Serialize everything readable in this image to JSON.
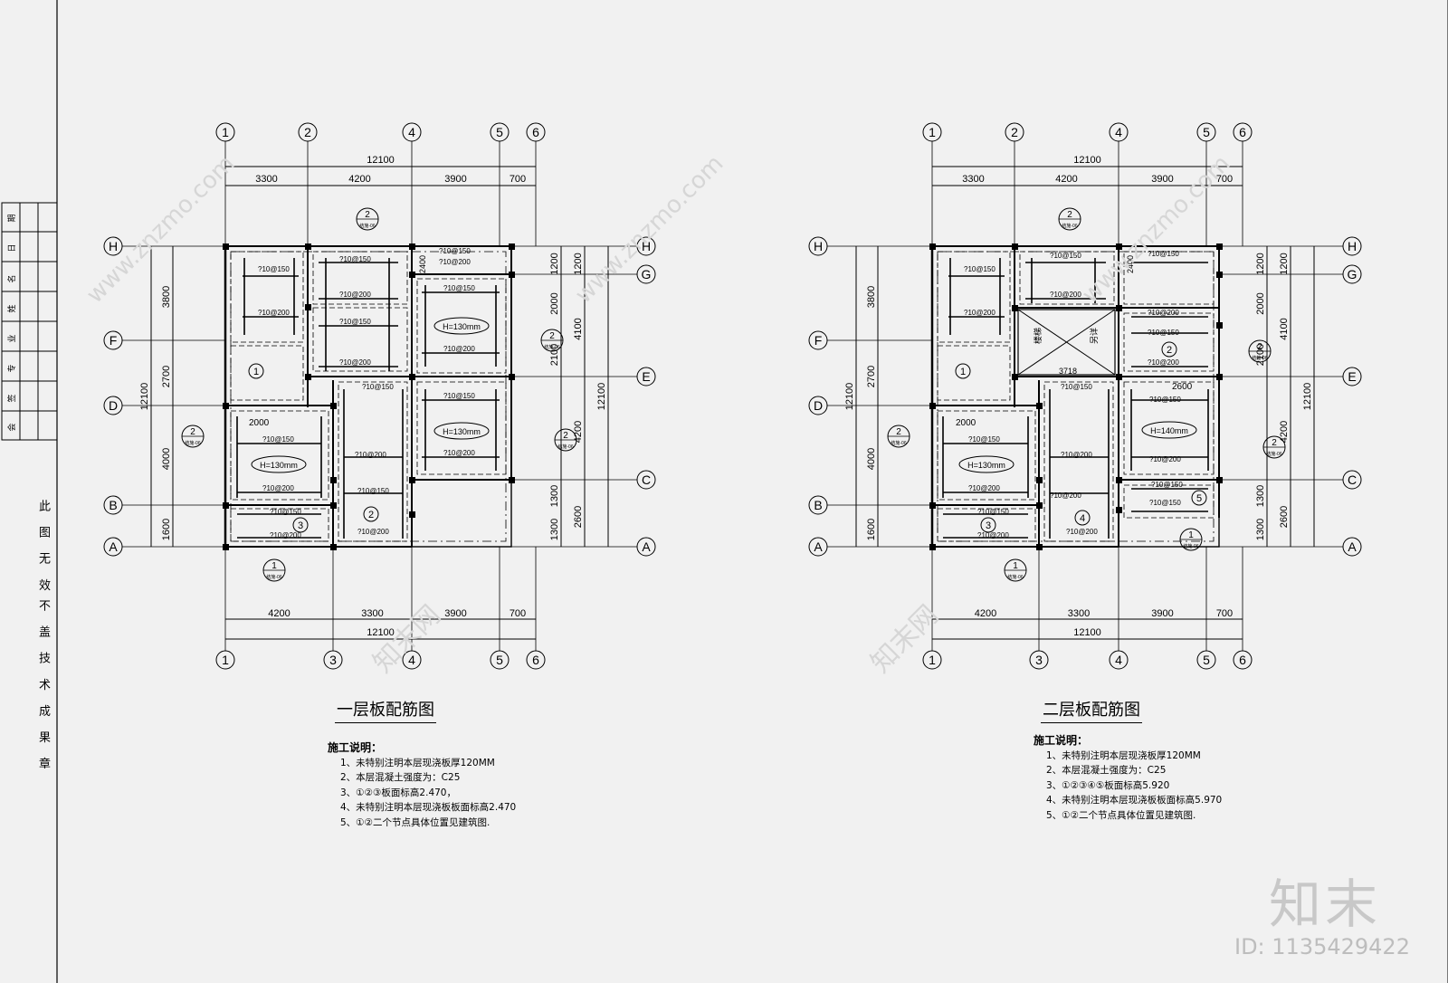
{
  "titleblock": {
    "rows": [
      "期",
      "日",
      "名",
      "姓",
      "业",
      "专",
      "签",
      "会"
    ]
  },
  "stamp": {
    "line1": "此 图 无 效",
    "line2": "不 盖 技 术 成 果 章"
  },
  "watermark": {
    "brand": "知末",
    "id": "ID: 1135429422",
    "site": "www.znzmo.com",
    "cn": "知末网"
  },
  "axes": {
    "cols": [
      "1",
      "2",
      "4",
      "5",
      "6"
    ],
    "cols_bottom": [
      "1",
      "3",
      "4",
      "5",
      "6"
    ],
    "rows": [
      "H",
      "G",
      "F",
      "E",
      "D",
      "C",
      "B",
      "A"
    ]
  },
  "dims": {
    "top_total": "12100",
    "top": [
      "3300",
      "4200",
      "3900",
      "700"
    ],
    "bot_total": "12100",
    "bot": [
      "4200",
      "3300",
      "3900",
      "700"
    ],
    "left_outer": "12100",
    "left": [
      "3800",
      "2700",
      "4000",
      "1600"
    ],
    "right_outer": "12100",
    "right_a": [
      "1200",
      "4100",
      "4200",
      "2600"
    ],
    "right_b": [
      "1200",
      "2000",
      "2100",
      "1300",
      "1300"
    ]
  },
  "plan1": {
    "title": "一层板配筋图",
    "slab_labels": [
      "H=130mm",
      "H=130mm",
      "H=130mm"
    ],
    "rebar": [
      "?10@150",
      "?10@200",
      "?10@150",
      "?10@200",
      "?10@150",
      "?10@200",
      "?10@150",
      "?10@200",
      "?10@150",
      "?10@200",
      "?10@150",
      "?10@200",
      "?10@150",
      "?10@200",
      "?10@150",
      "?10@200",
      "?10@150",
      "?10@200",
      "?10@150",
      "?10@200"
    ],
    "marks": [
      "1",
      "2",
      "3"
    ],
    "span": "2000",
    "span2": "2400",
    "detail": {
      "num1": "1",
      "num2": "2",
      "ref": "结施-06"
    },
    "notes": {
      "heading": "施工说明：",
      "items": [
        "1、未特别注明本层现浇板厚120MM",
        "2、本层混凝土强度为：C25",
        "3、①②③板面标高2.470，",
        "4、未特别注明本层现浇板板面标高2.470",
        "5、①②二个节点具体位置见建筑图."
      ]
    }
  },
  "plan2": {
    "title": "二层板配筋图",
    "slab_labels": [
      "H=130mm",
      "H=140mm"
    ],
    "stair": [
      "楼梯",
      "另详"
    ],
    "marks": [
      "1",
      "2",
      "3",
      "4",
      "5"
    ],
    "span": "2000",
    "span2": "2600",
    "span3": "3718",
    "span4": "2400",
    "notes": {
      "heading": "施工说明：",
      "items": [
        "1、未特别注明本层现浇板厚120MM",
        "2、本层混凝土强度为：C25",
        "3、①②③④⑤板面标高5.920",
        "4、未特别注明本层现浇板板面标高5.970",
        "5、①②二个节点具体位置见建筑图."
      ]
    }
  }
}
